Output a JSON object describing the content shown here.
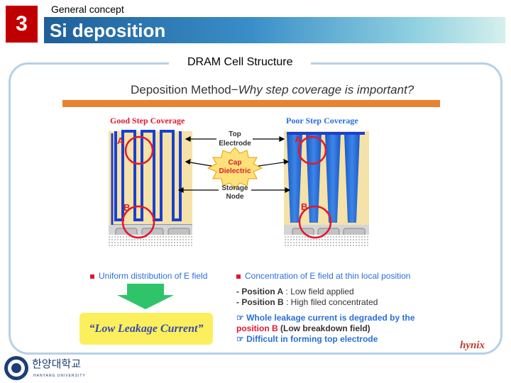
{
  "slide": {
    "number": "3",
    "concept": "General concept",
    "title": "Si deposition",
    "subtitle": "DRAM Cell Structure"
  },
  "figure": {
    "method_label": "Deposition Method−",
    "method_question": "Why step coverage is important?",
    "good_label": "Good Step Coverage",
    "poor_label": "Poor Step Coverage",
    "point_a": "A",
    "point_b": "B",
    "callouts": {
      "top_electrode_1": "Top",
      "top_electrode_2": "Electrode",
      "cap_dielectric_1": "Cap",
      "cap_dielectric_2": "Dielectric",
      "storage_node_1": "Storage",
      "storage_node_2": "Node"
    }
  },
  "left_text": {
    "bullet": "Uniform distribution of E field",
    "result": "“Low Leakage Current”"
  },
  "right_text": {
    "bullet": "Concentration of E field at thin local position",
    "pos_a_label": "- Position A",
    "pos_a_value": " : Low field applied",
    "pos_b_label": "- Position B",
    "pos_b_value": " : High filed concentrated",
    "note1_line1": "☞ Whole leakage current is degraded by the",
    "note1_line2a": "position B",
    "note1_line2b": " (Low breakdown field)",
    "note2": "☞ Difficult in forming top electrode"
  },
  "footer": {
    "brand": "hynix",
    "university_kr": "한양대학교",
    "university_en": "HANYANG UNIVERSITY"
  },
  "colors": {
    "accent_red": "#c00000",
    "title_blue": "#1f5f9a",
    "highlight_yellow": "#fbef5e",
    "text_blue": "#2a6fd8"
  }
}
